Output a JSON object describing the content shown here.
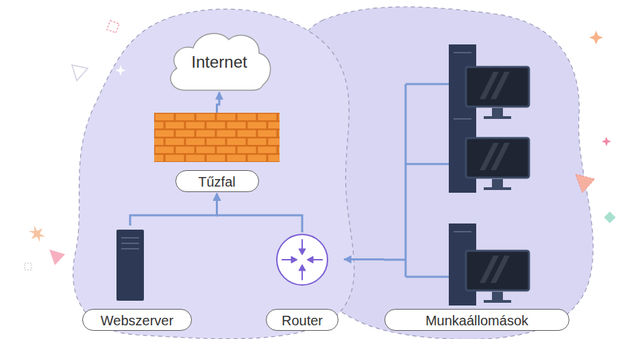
{
  "diagram": {
    "nodes": [
      {
        "text": [
          "Internet"
        ]
      },
      {
        "text": [
          "Tűzfal"
        ]
      },
      {
        "text": [
          "Webszerver"
        ]
      },
      {
        "text": [
          "Router"
        ]
      },
      {
        "text": [
          "Munkaállomások"
        ]
      }
    ],
    "edges": [
      {
        "from": 2,
        "to": 1,
        "arrow": "to"
      },
      {
        "from": 3,
        "to": 1,
        "arrow": "to"
      },
      {
        "from": 1,
        "to": 0,
        "arrow": "to"
      },
      {
        "from": 4,
        "to": 3,
        "arrow": "to"
      }
    ]
  }
}
